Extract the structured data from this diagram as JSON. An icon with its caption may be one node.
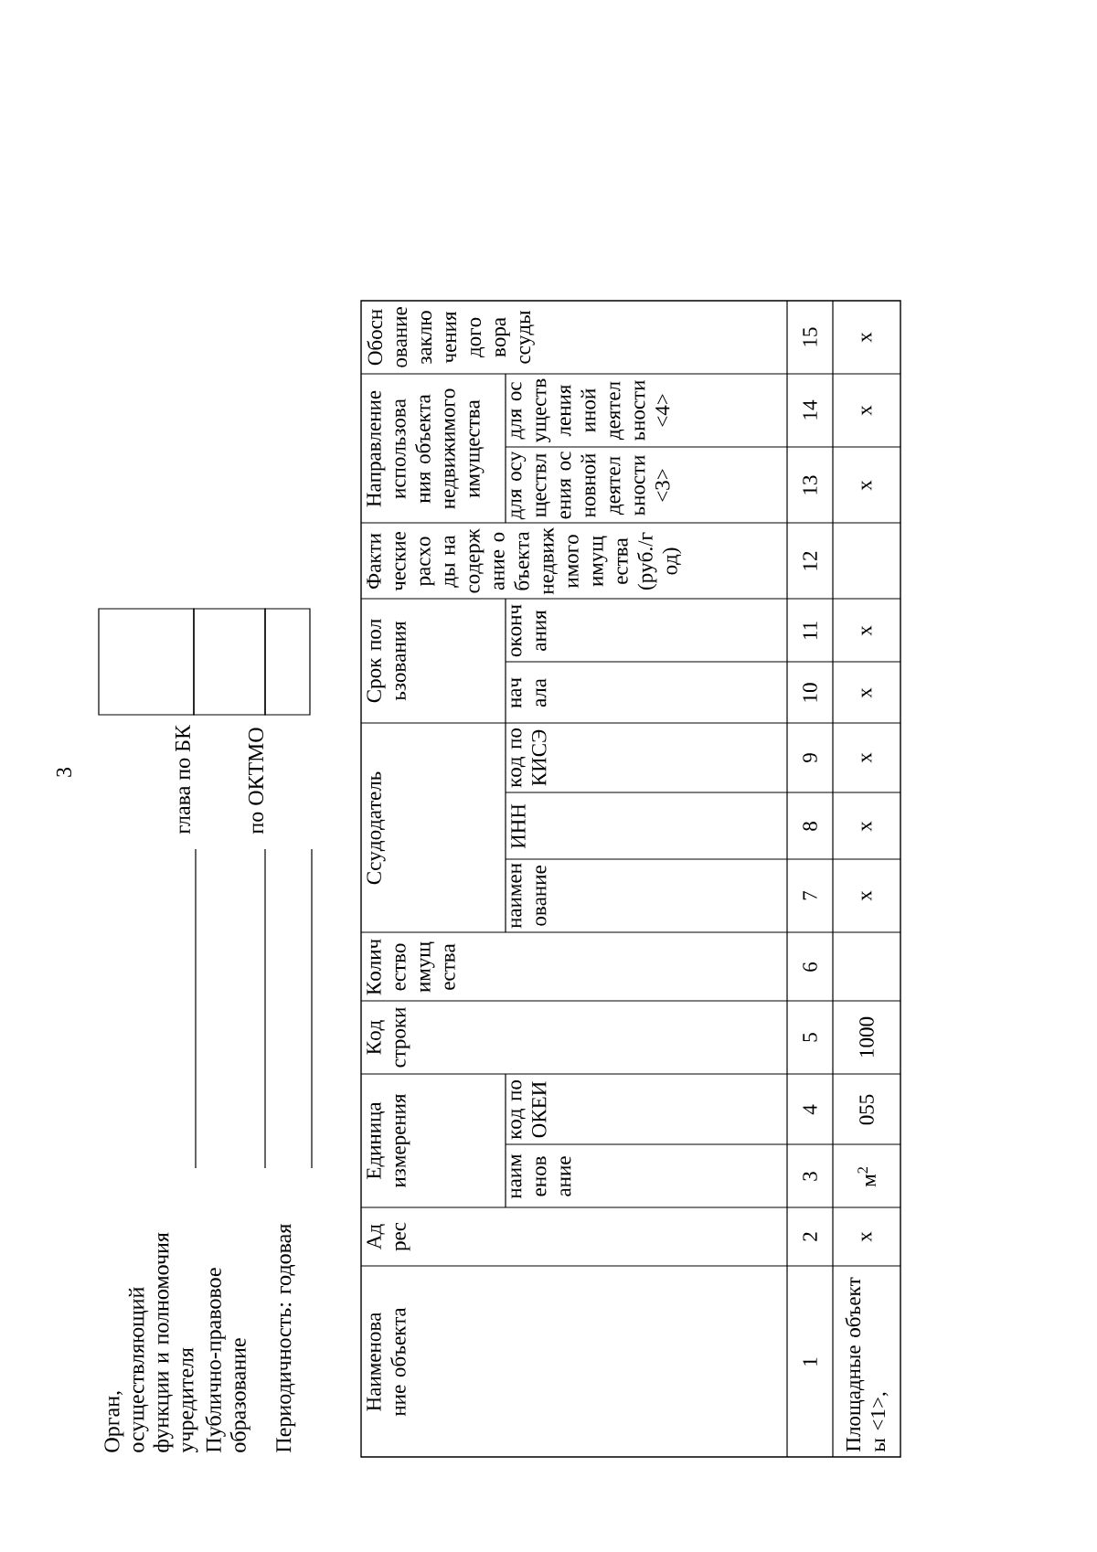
{
  "diagram": {
    "labels": [
      "3",
      "Орган, осуществляющий функции и полномочия учредителя",
      "глава по БК",
      "Публично-правовое образование",
      "по ОКТМО",
      "Периодичность: годовая",
      "Наименование объекта",
      "Адрес",
      "Единица измерения",
      "Код строки",
      "Количество имущества",
      "Ссудодатель",
      "Срок пользования",
      "Фактические расходы на содержание объекта недвижимого имущества (руб./год)",
      "Направление использования объекта недвижимого имущества",
      "Обоснование заключения договора ссуды",
      "наименование",
      "код по ОКЕИ",
      "наименование",
      "ИНН",
      "код по КИСЭ",
      "начала",
      "окончания",
      "для осуществления основной деятельности <3>",
      "для осуществления иной деятельности <4>",
      "1",
      "2",
      "3",
      "4",
      "5",
      "6",
      "7",
      "8",
      "9",
      "10",
      "11",
      "12",
      "13",
      "14",
      "15",
      "Площадные объекты <1>,",
      "x",
      "м$^{2}$",
      "055",
      "1000",
      "x",
      "x",
      "x",
      "x",
      "x",
      "x",
      "x",
      "x"
    ]
  }
}
